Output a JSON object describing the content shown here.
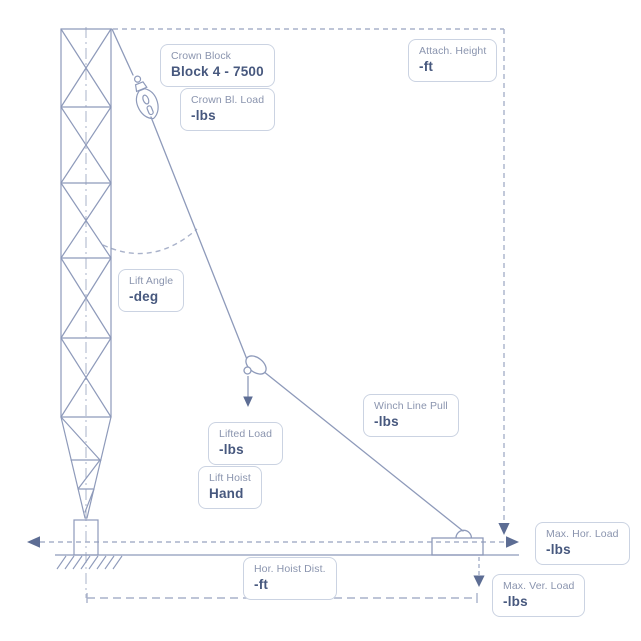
{
  "diagram": {
    "description": "Gin pole tower lift rigging diagram",
    "colors": {
      "background": "#ffffff",
      "structure_line": "#8e9aba",
      "dashed_line": "#a9b2ca",
      "centerline": "#aab3ca",
      "arrowhead": "#5d6d94",
      "box_border": "#cbd3e2",
      "box_background": "#ffffff",
      "label_title": "#8a94ae",
      "label_value": "#47587e"
    },
    "callouts": {
      "crown_block": {
        "title": "Crown Block",
        "value": "Block 4 - 7500"
      },
      "crown_bl_load": {
        "title": "Crown Bl. Load",
        "value": "-lbs"
      },
      "attach_height": {
        "title": "Attach. Height",
        "value": "-ft"
      },
      "lift_angle": {
        "title": "Lift Angle",
        "value": "-deg"
      },
      "lifted_load": {
        "title": "Lifted Load",
        "value": "-lbs"
      },
      "lift_hoist": {
        "title": "Lift Hoist",
        "value": "Hand"
      },
      "winch_line_pull": {
        "title": "Winch Line Pull",
        "value": "-lbs"
      },
      "max_hor_load": {
        "title": "Max. Hor. Load",
        "value": "-lbs"
      },
      "max_ver_load": {
        "title": "Max. Ver. Load",
        "value": "-lbs"
      },
      "hor_hoist_dist": {
        "title": "Hor. Hoist Dist.",
        "value": "-ft"
      }
    }
  }
}
